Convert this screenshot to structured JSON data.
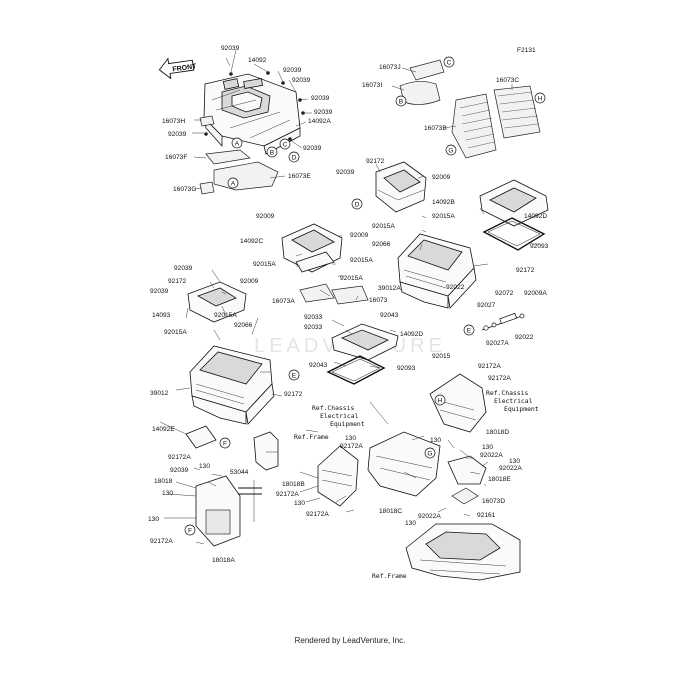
{
  "diagram_code": "F2131",
  "front_label": "FRONT",
  "footer": "Rendered by LeadVenture, Inc.",
  "watermark": "LEADVENTURE",
  "callouts": [
    "A",
    "B",
    "C",
    "D",
    "E",
    "F",
    "G",
    "H"
  ],
  "labels": {
    "p14092_top": "14092",
    "p92039_a": "92039",
    "p92039_b": "92039",
    "p92039_c": "92039",
    "p92039_d": "92039",
    "p92039_e": "92039",
    "p92039_f": "92039",
    "p92039_g": "92039",
    "p14092A": "14092A",
    "p16073H": "16073H",
    "p16073F": "16073F",
    "p16073G": "16073G",
    "p16073E": "16073E",
    "p16073J": "16073J",
    "p16073I": "16073I",
    "p16073C": "16073C",
    "p16073B": "16073B",
    "p92172_a": "92172",
    "p92009_a": "92009",
    "p92039_h": "92039",
    "p14092B": "14092B",
    "p92015A_a": "92015A",
    "p14092D": "14092D",
    "p92009_b": "92009",
    "p14092C": "14092C",
    "p92015A_b": "92015A",
    "p92009_c": "92009",
    "p92066_a": "92066",
    "p92015A_c": "92015A",
    "p92093_a": "92093",
    "p92039_i": "92039",
    "p92172_b": "92172",
    "p92009_d": "92009",
    "p92039_j": "92039",
    "p92015A_d": "92015A",
    "p16073A": "16073A",
    "p16073": "16073",
    "p39012A": "39012A",
    "p92172_c": "92172",
    "p92022_a": "92022",
    "p92027": "92027",
    "p92072": "92072",
    "p92009A": "92009A",
    "p14093": "14093",
    "p92015A_e": "92015A",
    "p92066_b": "92066",
    "p92015A_f": "92015A",
    "p92033_a": "92033",
    "p92033_b": "92033",
    "p92043_a": "92043",
    "p14092D_b": "14092D",
    "p92022_b": "92022",
    "p92027A": "92027A",
    "p92015": "92015",
    "p92043_b": "92043",
    "p92093_b": "92093",
    "p39012": "39012",
    "p92172_d": "92172",
    "p92172A_a": "92172A",
    "p92172A_b": "92172A",
    "ref_chassis_a": [
      "Ref.Chassis",
      "Electrical",
      "Equipment"
    ],
    "ref_chassis_b": [
      "Ref.Chassis",
      "Electrical",
      "Equipment"
    ],
    "p130_a": "130",
    "p18018D": "18018D",
    "p14092E": "14092E",
    "ref_frame_a": "Ref.Frame",
    "p92172A_c": "92172A",
    "p130_b": "130",
    "p130_c": "130",
    "p92022A_a": "92022A",
    "p130_d": "130",
    "p92022A_b": "92022A",
    "p18018E": "18018E",
    "p92039_k": "92039",
    "p130_e": "130",
    "p53044": "53044",
    "p18018": "18018",
    "p130_f": "130",
    "p130_g": "130",
    "p92172A_d": "92172A",
    "p18018A": "18018A",
    "p18018B": "18018B",
    "p92172A_e": "92172A",
    "p130_h": "130",
    "p92172A_f": "92172A",
    "p18018C": "18018C",
    "p130_i": "130",
    "p92022A_c": "92022A",
    "p92161": "92161",
    "p16073D": "16073D",
    "ref_frame_b": "Ref.Frame"
  }
}
